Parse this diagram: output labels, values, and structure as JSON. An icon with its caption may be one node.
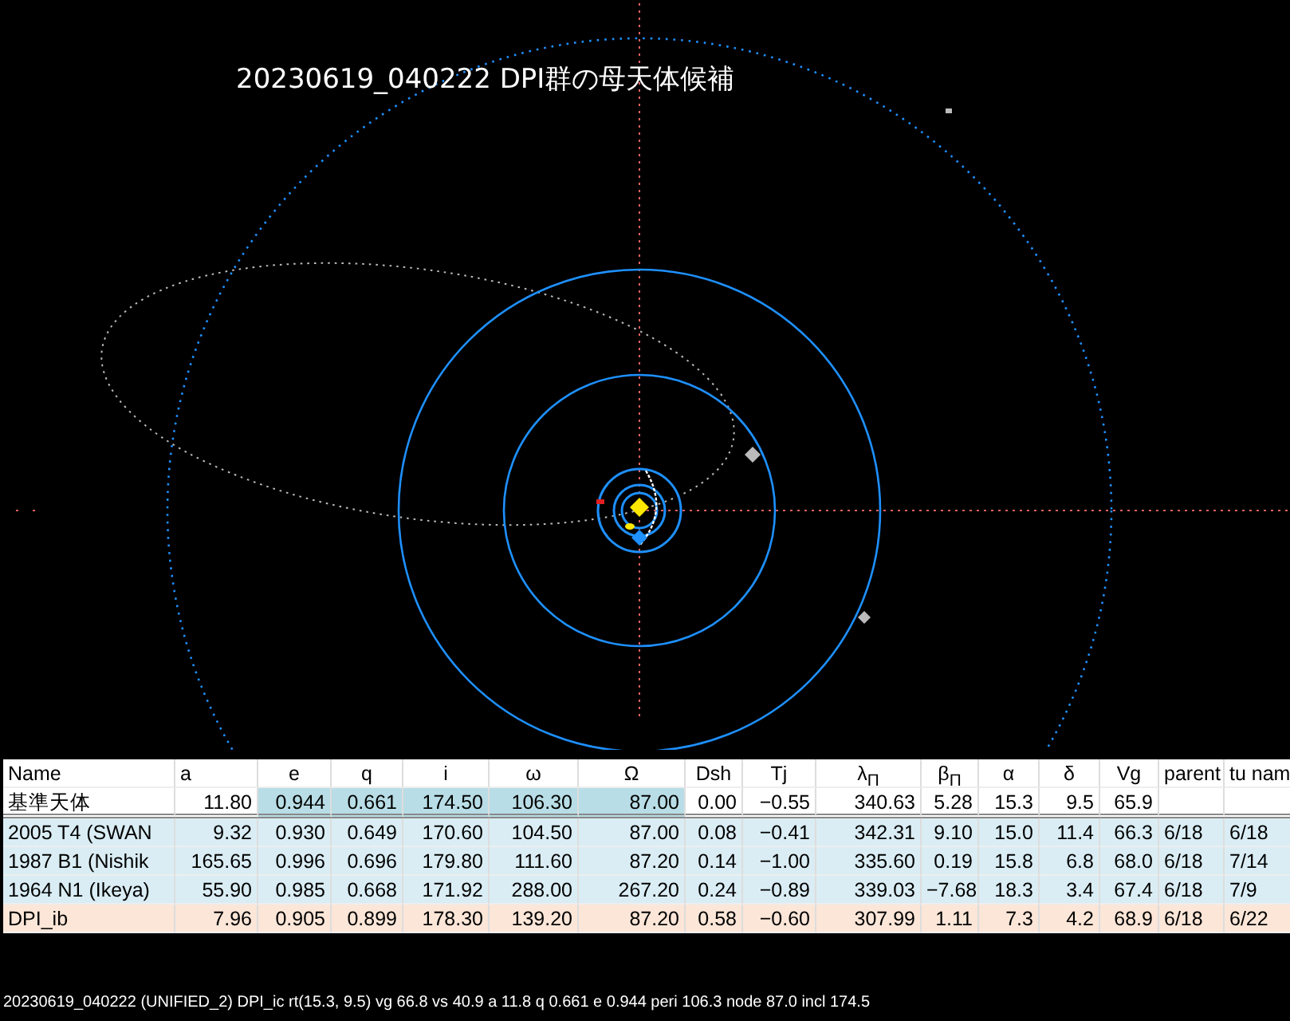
{
  "diagram": {
    "title": "20230619_040222 DPI群の母天体候補",
    "caption": "20230619_040222 (UNIFIED_2) DPI_ic rt(15.3, 9.5) vg 66.8 vs 40.9 a 11.8 q 0.661 e 0.944 peri 106.3 node 87.0 incl 174.5",
    "labels": [
      "Name",
      "a",
      "e",
      "q",
      "i",
      "ω",
      "Ω",
      "Dsh",
      "Tj",
      "λ$_{Π}$",
      "β$_{Π}$",
      "α",
      "δ",
      "Vg",
      "parent",
      "tu nam",
      "基準天体",
      "11.80",
      "0.944",
      "0.661",
      "174.50",
      "106.30",
      "87.00",
      "0.00",
      "−0.55",
      "340.63",
      "5.28",
      "15.3",
      "9.5",
      "65.9",
      "2005 T4 (SWAN",
      "9.32",
      "0.930",
      "0.649",
      "170.60",
      "104.50",
      "87.00",
      "0.08",
      "−0.41",
      "342.31",
      "9.10",
      "15.0",
      "11.4",
      "66.3",
      "6/18",
      "6/18",
      "1987 B1 (Nishik",
      "165.65",
      "0.996",
      "0.696",
      "179.80",
      "111.60",
      "87.20",
      "0.14",
      "−1.00",
      "335.60",
      "0.19",
      "15.8",
      "6.8",
      "68.0",
      "6/18",
      "7/14",
      "1964 N1 (Ikeya)",
      "55.90",
      "0.985",
      "0.668",
      "171.92",
      "288.00",
      "267.20",
      "0.24",
      "−0.89",
      "339.03",
      "−7.68",
      "18.3",
      "3.4",
      "67.4",
      "6/18",
      "7/9",
      "DPI_ib",
      "7.96",
      "0.905",
      "0.899",
      "178.30",
      "139.20",
      "87.20",
      "0.58",
      "−0.60",
      "307.99",
      "1.11",
      "7.3",
      "4.2",
      "68.9",
      "6/18",
      "6/22"
    ]
  }
}
